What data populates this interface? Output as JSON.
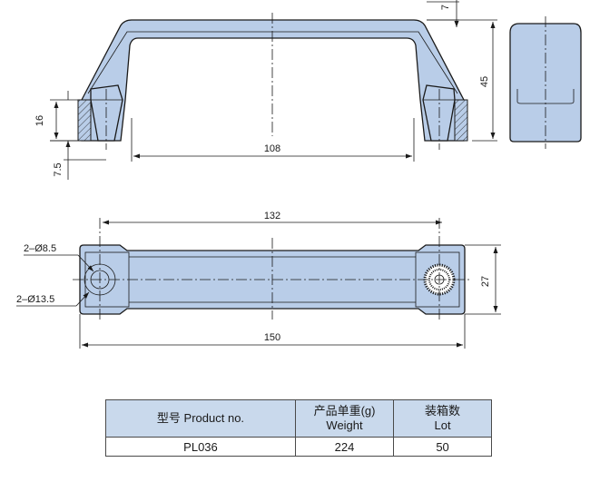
{
  "dimensions": {
    "top_gap": "7",
    "height": "45",
    "base_height": "16",
    "base_offset": "7.5",
    "inner_span": "108",
    "hole_spacing": "132",
    "hole_small": "2–Ø8.5",
    "hole_large": "2–Ø13.5",
    "overall_length": "150",
    "width": "27"
  },
  "table": {
    "headers": [
      {
        "zh": "型号",
        "en": "Product no."
      },
      {
        "zh": "产品单重(g)",
        "en": "Weight"
      },
      {
        "zh": "装箱数",
        "en": "Lot"
      }
    ],
    "rows": [
      {
        "product_no": "PL036",
        "weight": "224",
        "lot": "50"
      }
    ]
  },
  "colors": {
    "part_fill": "#b9cde8",
    "header_fill": "#c9d9ec",
    "line": "#1a1a1a"
  }
}
